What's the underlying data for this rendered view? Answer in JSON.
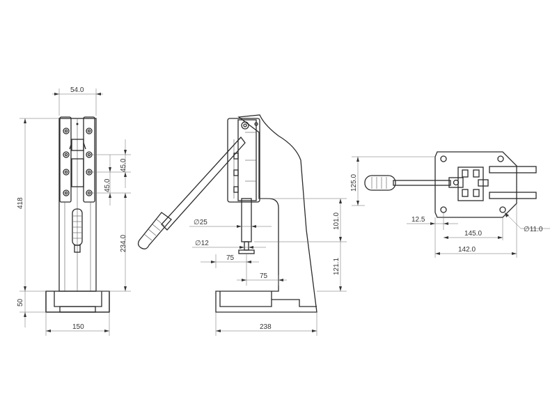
{
  "colors": {
    "line": "#2a2a2a",
    "dimension": "#666666",
    "background": "#ffffff"
  },
  "front_view": {
    "width_top": "54.0",
    "height_total": "418",
    "pitch_upper": "45.0",
    "pitch_lower": "45.0",
    "height_lower": "234.0",
    "base_height": "50",
    "base_width": "150"
  },
  "side_view": {
    "ram_diameter": "∅25",
    "tip_diameter": "∅12",
    "throat_left": "75",
    "throat_right": "75",
    "height_upper": "101.0",
    "height_lower": "121.1",
    "base_depth": "238"
  },
  "top_view": {
    "handle_offset": "125.0",
    "edge_offset": "12.5",
    "hole_spacing": "145.0",
    "base_width": "142.0",
    "hole_diameter": "∅11.0"
  }
}
